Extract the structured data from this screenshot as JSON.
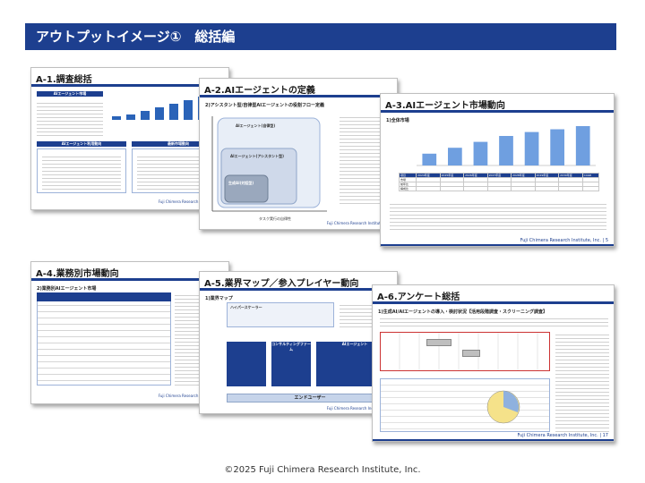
{
  "header": {
    "title": "アウトプットイメージ①　総括編"
  },
  "footer": {
    "copyright": "©2025 Fuji Chimera Research Institute, Inc."
  },
  "slides": {
    "a1": {
      "title": "A-1.調査総括",
      "label1": "AIエージェント市場",
      "label2": "AIエージェント利用動向",
      "label3": "最新市場動向",
      "footer": "Fuji Chimera Research Institute, Inc."
    },
    "a2": {
      "title": "A-2.AIエージェントの定義",
      "subtitle": "2)アシスタント型/自律型AIエージェントの役割フロー定義",
      "box1": "AIエージェント(自律型)",
      "box2": "AIエージェント(アシスタント型)",
      "box3": "生成AI(対話型)",
      "xaxis": "タスク実行の自律性",
      "footer": "Fuji Chimera Research Institute, Inc."
    },
    "a3": {
      "title": "A-3.AIエージェント市場動向",
      "subtitle": "1)全体市場",
      "footer": "Fuji Chimera Research Institute, Inc. | 5",
      "chart_data": {
        "type": "bar",
        "categories": [
          "2024年度",
          "2025年度",
          "2026年度",
          "2027年度",
          "2028年度",
          "2029年度",
          "2030年度"
        ],
        "values": [
          0.3,
          0.45,
          0.6,
          0.75,
          0.85,
          0.92,
          1.0
        ]
      },
      "table_header": [
        "項目",
        "2024年度",
        "2025年度",
        "2026年度",
        "2027年度",
        "2028年度",
        "2029年度",
        "2030年度",
        "CAGR"
      ],
      "row_labels": [
        "市場",
        "前年比",
        "構成比"
      ]
    },
    "a4": {
      "title": "A-4.業務別市場動向",
      "subtitle": "2)業務別AIエージェント市場",
      "footer": "Fuji Chimera Research Institute, Inc."
    },
    "a5": {
      "title": "A-5.業界マップ／参入プレイヤー動向",
      "subtitle": "1)業界マップ",
      "label_top": "ハイパースケーラー",
      "label_ai": "AIエージェント",
      "label_consult": "コンサルティングファーム",
      "label_bottom": "エンドユーザー",
      "footer": "Fuji Chimera Research Institute, Inc."
    },
    "a6": {
      "title": "A-6.アンケート総括",
      "subtitle": "1)生成AI/AIエージェントの導入・検討状況【活用段階調査・スクリーニング調査】",
      "footer": "Fuji Chimera Research Institute, Inc. | 17"
    }
  }
}
